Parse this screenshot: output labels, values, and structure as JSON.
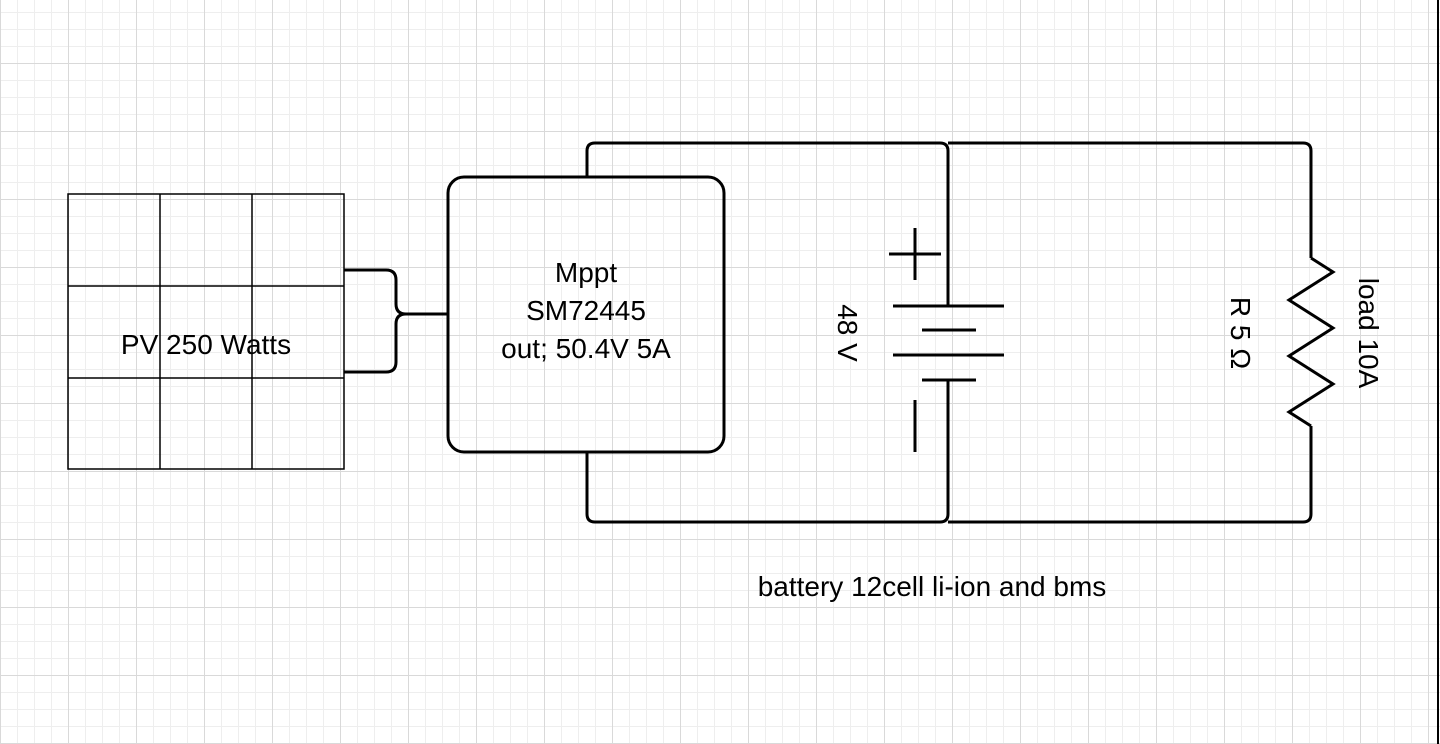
{
  "diagram": {
    "pv_panel": {
      "label": "PV 250 Watts"
    },
    "mppt": {
      "line1": "Mppt",
      "line2": "SM72445",
      "line3": "out; 50.4V 5A"
    },
    "battery": {
      "voltage_label": "48 V",
      "caption": "battery 12cell li-ion and bms"
    },
    "resistor": {
      "value_label": "R 5 Ω",
      "load_label": "load 10A"
    }
  },
  "colors": {
    "stroke": "#000000",
    "grid_major": "#d9d9d9",
    "grid_minor": "#eeeeee",
    "background": "#ffffff"
  }
}
